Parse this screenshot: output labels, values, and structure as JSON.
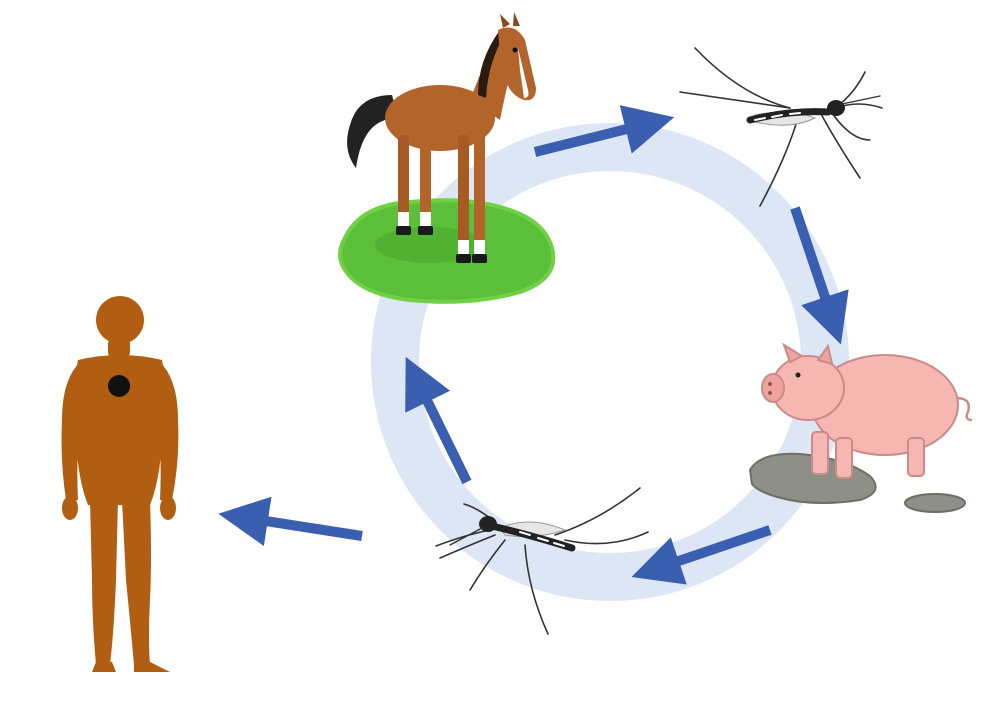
{
  "diagram": {
    "nodes": [
      {
        "id": "horse",
        "icon": "horse-icon"
      },
      {
        "id": "mosquito-top",
        "icon": "mosquito-icon"
      },
      {
        "id": "pig",
        "icon": "pig-icon"
      },
      {
        "id": "mosquito-bottom",
        "icon": "mosquito-icon"
      },
      {
        "id": "human",
        "icon": "human-icon"
      }
    ],
    "edges": [
      {
        "from": "horse",
        "to": "mosquito-top"
      },
      {
        "from": "mosquito-top",
        "to": "pig"
      },
      {
        "from": "pig",
        "to": "mosquito-bottom"
      },
      {
        "from": "mosquito-bottom",
        "to": "horse"
      },
      {
        "from": "mosquito-bottom",
        "to": "human"
      }
    ],
    "colors": {
      "cycle_ring": "#dce6f5",
      "arrow": "#3a5fb0",
      "horse_body": "#b3642a",
      "grass": "#5cbf3a",
      "pig": "#f6b7b3",
      "mud": "#8e8f86",
      "human": "#b25e12",
      "infection_spot": "#111111",
      "mosquito": "#333333"
    }
  }
}
